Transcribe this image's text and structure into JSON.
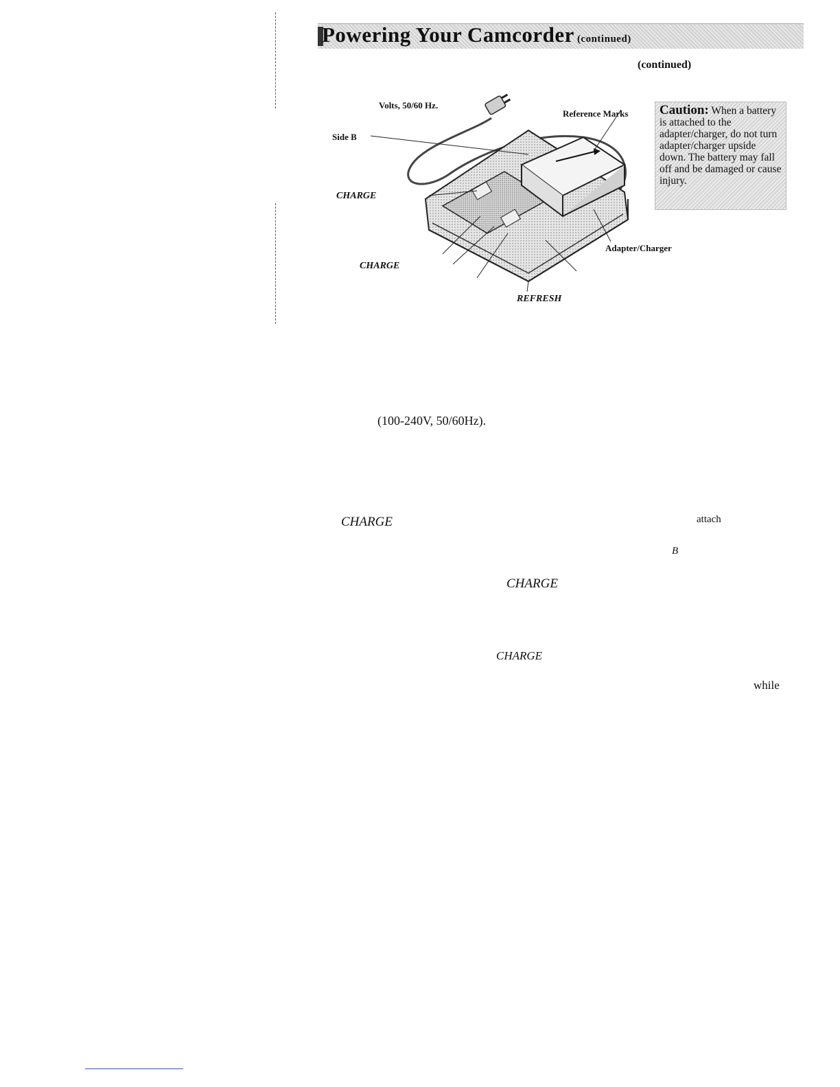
{
  "header": {
    "title": "Powering Your Camcorder",
    "title_suffix": "(continued)",
    "continued_label": "(continued)"
  },
  "figure": {
    "volts_label": "Volts, 50/60 Hz.",
    "side_b_label": "Side B",
    "reference_marks_label": "Reference Marks",
    "charge_label_1": "CHARGE",
    "charge_label_2": "CHARGE",
    "adapter_charger_label": "Adapter/Charger",
    "refresh_label": "REFRESH"
  },
  "caution": {
    "heading": "Caution:",
    "text": "When a battery is attached to the adapter/charger, do not turn adapter/charger upside down. The battery may fall off and be damaged or cause injury."
  },
  "body": {
    "voltage_spec": "(100-240V, 50/60Hz).",
    "charge_1": "CHARGE",
    "attach": "attach",
    "b_letter": "B",
    "charge_2": "CHARGE",
    "charge_3": "CHARGE",
    "while": "while"
  }
}
